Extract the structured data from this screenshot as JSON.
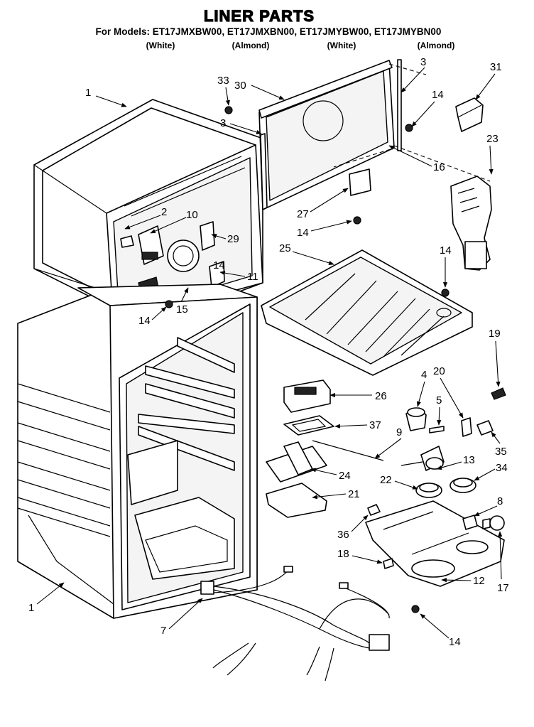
{
  "header": {
    "title": "LINER PARTS",
    "models_line": "For Models:  ET17JMXBW00, ET17JMXBN00, ET17JMYBW00, ET17JMYBN00",
    "colors": [
      "(White)",
      "(Almond)",
      "(White)",
      "(Almond)"
    ]
  },
  "callouts": [
    "1",
    "1",
    "2",
    "3",
    "3",
    "4",
    "5",
    "7",
    "8",
    "9",
    "10",
    "11",
    "12",
    "13",
    "14",
    "14",
    "14",
    "14",
    "14",
    "14",
    "15",
    "16",
    "17",
    "18",
    "19",
    "20",
    "21",
    "22",
    "23",
    "24",
    "25",
    "26",
    "27",
    "29",
    "30",
    "31",
    "33",
    "34",
    "35",
    "36",
    "37"
  ]
}
